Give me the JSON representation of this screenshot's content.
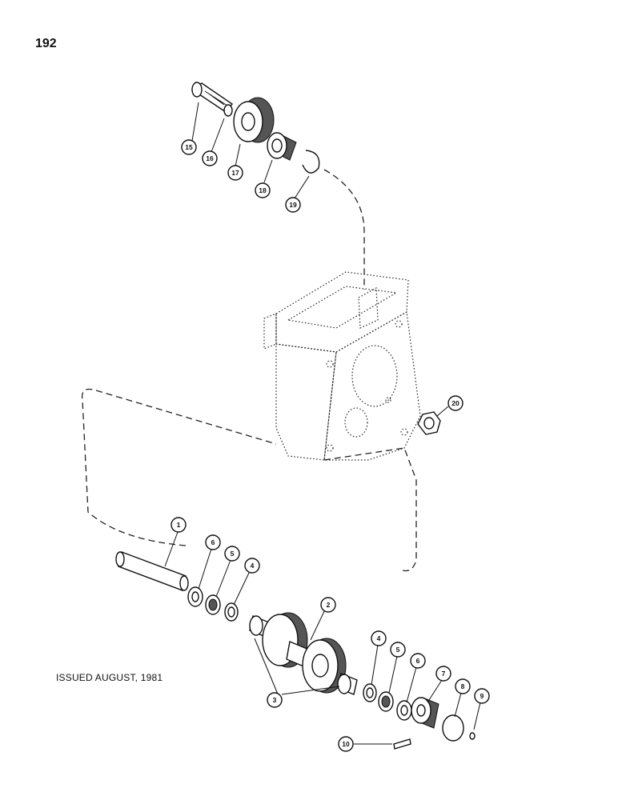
{
  "page": {
    "number": "192"
  },
  "footer": {
    "issued": "ISSUED AUGUST, 1981"
  },
  "callouts": [
    "1",
    "2",
    "3",
    "4",
    "5",
    "6",
    "7",
    "8",
    "9",
    "10",
    "15",
    "16",
    "17",
    "18",
    "19",
    "20"
  ]
}
